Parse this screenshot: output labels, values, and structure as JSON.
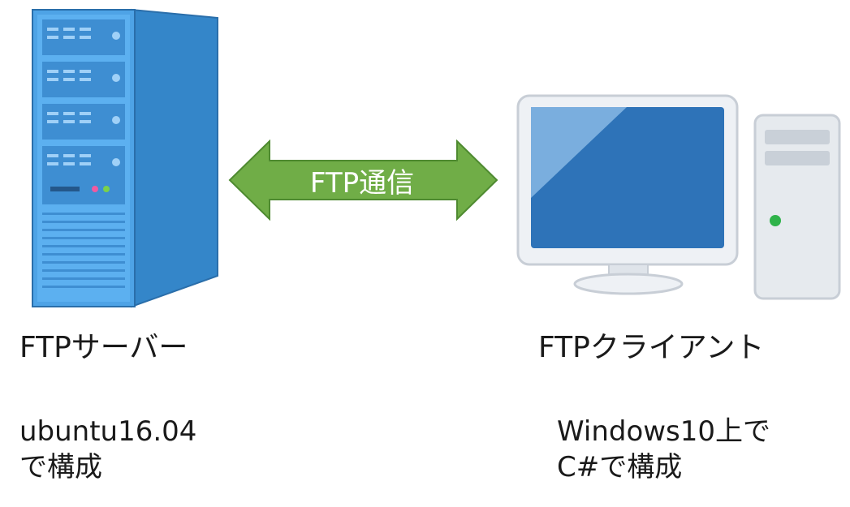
{
  "arrow": {
    "label": "FTP通信"
  },
  "server": {
    "label": "FTPサーバー",
    "note_line1": "ubuntu16.04",
    "note_line2": "で構成"
  },
  "client": {
    "label": "FTPクライアント",
    "note_line1": "Windows10上で",
    "note_line2": "C#で構成"
  },
  "colors": {
    "server_blue": "#3a8fd6",
    "arrow_green": "#70ad47",
    "monitor_frame": "#e8ecf1",
    "screen_blue": "#2e73b8",
    "tower_grey": "#e6eaee",
    "led_green": "#2fb34a"
  }
}
